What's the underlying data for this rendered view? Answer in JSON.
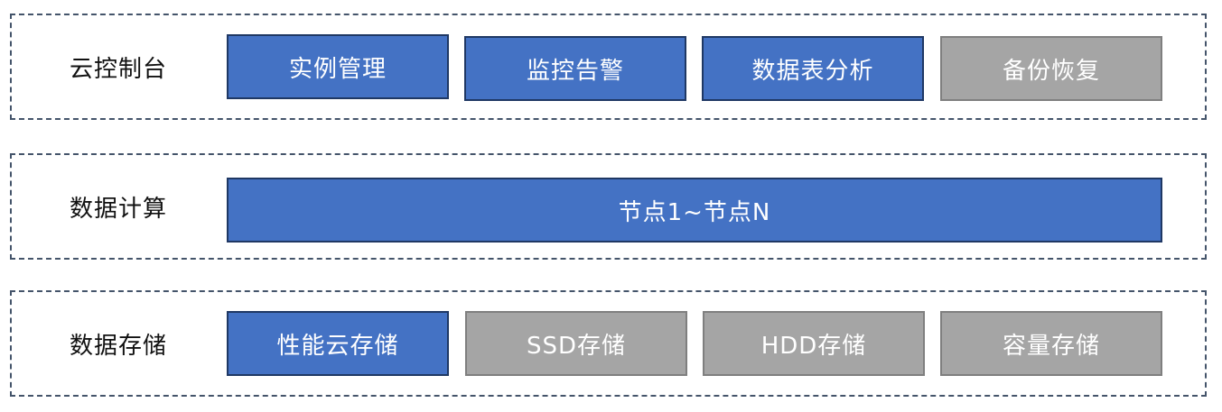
{
  "colors": {
    "blue": "#4472c4",
    "gray": "#a5a5a5",
    "border_dashed": "#44546a",
    "blue_border": "#1f3864"
  },
  "layers": [
    {
      "label": "云控制台",
      "items": [
        {
          "label": "实例管理",
          "style": "blue"
        },
        {
          "label": "监控告警",
          "style": "blue"
        },
        {
          "label": "数据表分析",
          "style": "blue"
        },
        {
          "label": "备份恢复",
          "style": "gray"
        }
      ]
    },
    {
      "label": "数据计算",
      "items": [
        {
          "label": "节点1~节点N",
          "style": "blue"
        }
      ]
    },
    {
      "label": "数据存储",
      "items": [
        {
          "label": "性能云存储",
          "style": "blue"
        },
        {
          "label": "SSD存储",
          "style": "gray"
        },
        {
          "label": "HDD存储",
          "style": "gray"
        },
        {
          "label": "容量存储",
          "style": "gray"
        }
      ]
    }
  ]
}
